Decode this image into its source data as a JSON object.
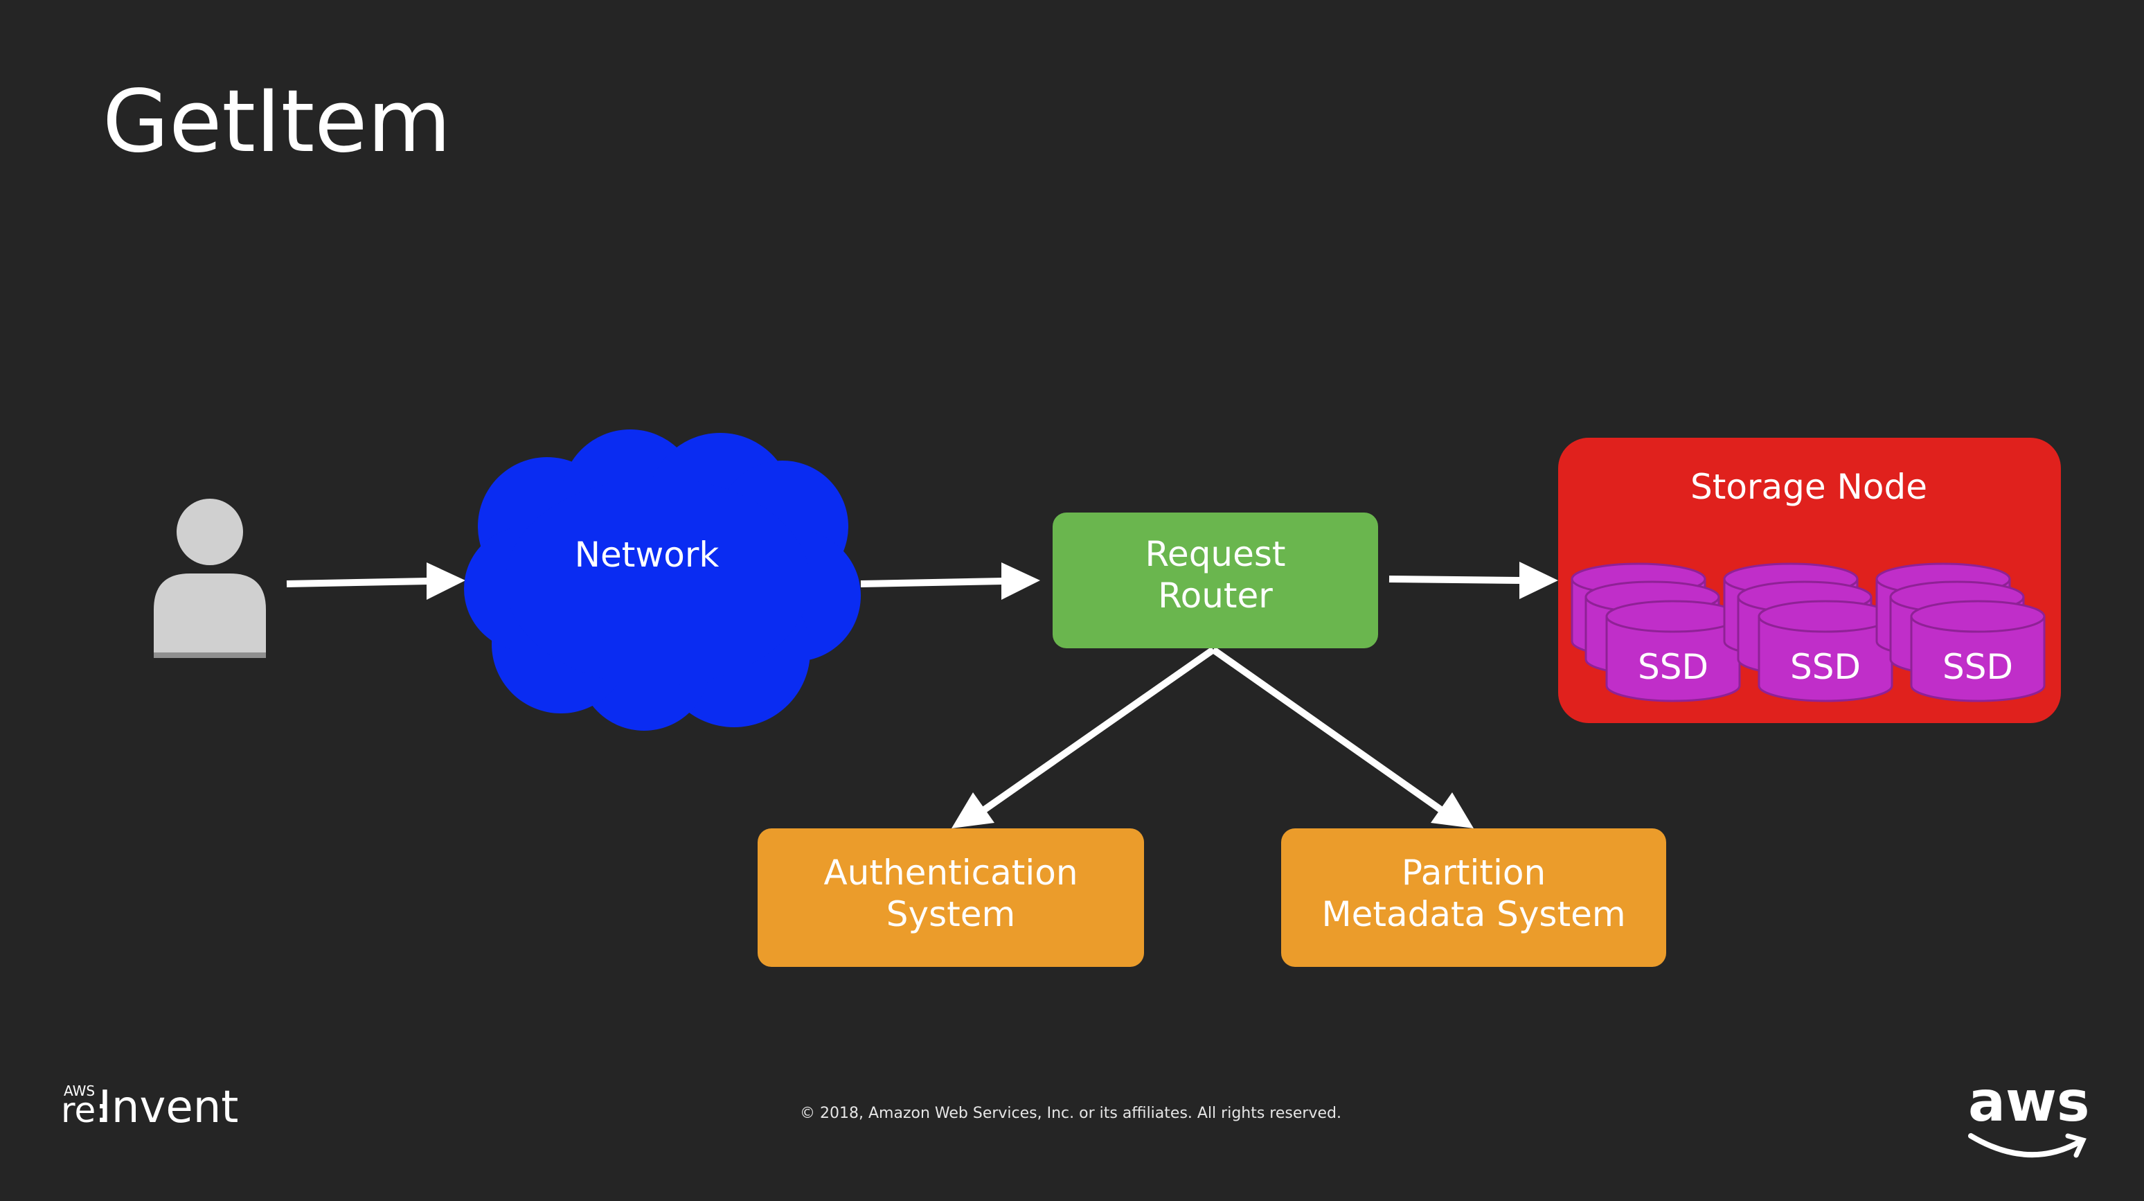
{
  "slide": {
    "title": "GetItem",
    "background": "#252525"
  },
  "nodes": {
    "user": {
      "icon": "user-icon",
      "color": "#d0d0d0"
    },
    "network": {
      "label": "Network",
      "icon": "cloud-icon",
      "color": "#0a2cf2"
    },
    "request_router": {
      "line1": "Request",
      "line2": "Router",
      "color": "#6ab64e"
    },
    "storage_node": {
      "label": "Storage Node",
      "color": "#e0211d",
      "disks": [
        {
          "label": "SSD",
          "icon": "database-icon"
        },
        {
          "label": "SSD",
          "icon": "database-icon"
        },
        {
          "label": "SSD",
          "icon": "database-icon"
        }
      ],
      "disk_color": "#c02ec9"
    },
    "authentication": {
      "line1": "Authentication",
      "line2": "System",
      "color": "#eb9c2b"
    },
    "partition_metadata": {
      "line1": "Partition",
      "line2": "Metadata System",
      "color": "#eb9c2b"
    }
  },
  "edges": [
    {
      "from": "user",
      "to": "network"
    },
    {
      "from": "network",
      "to": "request_router"
    },
    {
      "from": "request_router",
      "to": "storage_node"
    },
    {
      "from": "request_router",
      "to": "authentication"
    },
    {
      "from": "request_router",
      "to": "partition_metadata"
    }
  ],
  "footer": {
    "copyright": "© 2018, Amazon Web Services, Inc. or its affiliates. All rights reserved.",
    "event_logo_small": "AWS",
    "event_logo_re": "re:",
    "event_logo_main": "Invent",
    "brand_logo": "aws"
  }
}
